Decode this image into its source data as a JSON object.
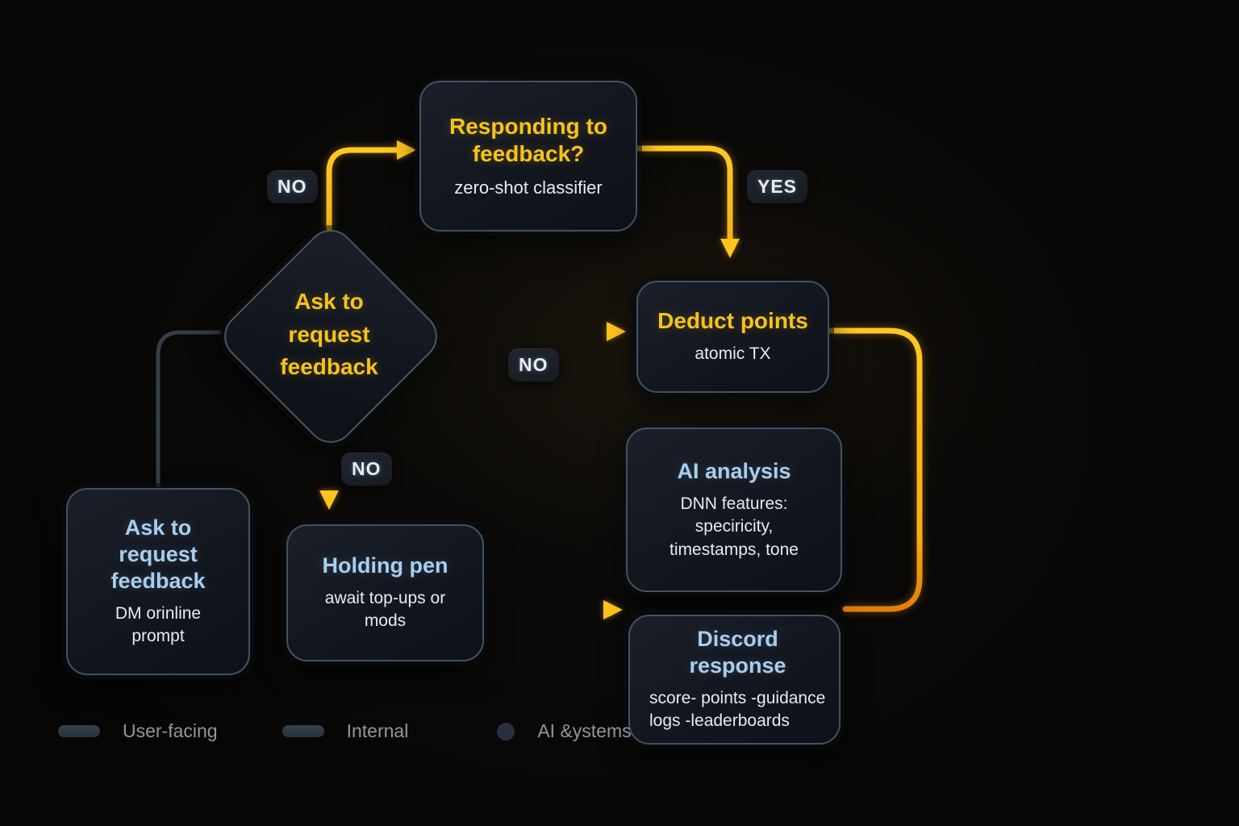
{
  "nodes": {
    "responding": {
      "title": "Responding to feedback?",
      "subtitle": "zero-shot classifier"
    },
    "decision": {
      "title": "Ask to request feedback"
    },
    "deduct": {
      "title": "Deduct points",
      "subtitle": "atomic TX"
    },
    "ai_analysis": {
      "title": "AI analysis",
      "subtitle": "DNN features: speciricity, timestamps, tone"
    },
    "ask_left": {
      "title": "Ask to request feedback",
      "subtitle": "DM orinline prompt"
    },
    "holding": {
      "title": "Holding pen",
      "subtitle": "await top-ups or mods"
    },
    "discord": {
      "title": "Discord response",
      "subtitle_lines": [
        "score- points -guidance",
        "logs -leaderboards"
      ]
    }
  },
  "edge_labels": {
    "no_top": "NO",
    "yes_right": "YES",
    "no_mid": "NO",
    "no_down": "NO"
  },
  "legend": {
    "items": [
      {
        "label": "User-facing",
        "marker": "pill"
      },
      {
        "label": "Internal",
        "marker": "pill"
      },
      {
        "label": "AI &ystems",
        "marker": "dot"
      }
    ]
  },
  "colors": {
    "arrow_yellow": "#ffc41d",
    "arrow_orange": "#f0930f",
    "title_yellow": "#f6c31c",
    "title_blue": "#a9cdec",
    "node_border": "#45525f",
    "background": "#0a0908"
  }
}
